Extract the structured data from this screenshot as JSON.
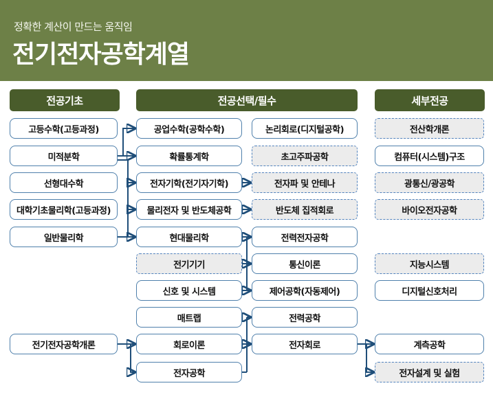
{
  "banner": {
    "subtitle": "정확한 계산이 만드는 움직임",
    "title": "전기전자공학계열"
  },
  "columns": {
    "basic": "전공기초",
    "elective": "전공선택/필수",
    "detail": "세부전공"
  },
  "nodes": {
    "hs_math": "고등수학(고등과정)",
    "calculus": "미적분학",
    "linear_algebra": "선형대수학",
    "basic_physics": "대학기초물리학(고등과정)",
    "general_physics": "일반물리학",
    "intro_ee": "전기전자공학개론",
    "eng_math": "공업수학(공학수학)",
    "prob_stat": "확률통계학",
    "electromagnetics": "전자기학(전기자기학)",
    "phys_electronics": "물리전자 및 반도체공학",
    "modern_physics": "현대물리학",
    "electric_machines": "전기기기",
    "signals_systems": "신호 및 시스템",
    "matlab": "매트랩",
    "circuit_theory": "회로이론",
    "electronics": "전자공학",
    "logic_circuit": "논리회로(디지털공학)",
    "microwave": "초고주파공학",
    "antenna": "전자파 및 안테나",
    "semicon_ic": "반도체 집적회로",
    "power_electronics": "전력전자공학",
    "comm_theory": "통신이론",
    "control": "제어공학(자동제어)",
    "power_eng": "전력공학",
    "electronic_circuit": "전자회로",
    "intro_cs": "전산학개론",
    "computer_arch": "컴퓨터(시스템)구조",
    "optical": "광통신/광공학",
    "bio_electronics": "바이오전자공학",
    "intelligent_sys": "지능시스템",
    "dsp": "디지털신호처리",
    "measurement": "계측공학",
    "design_lab": "전자설계 및 실험"
  },
  "colors": {
    "banner_green": "#6d8047",
    "header_green": "#495c2b",
    "solid_border_blue": "#4e7fab",
    "dashed_border_blue": "#4f81bd",
    "dashed_fill_gray": "#ececec",
    "connector_navy": "#1f4e79"
  }
}
